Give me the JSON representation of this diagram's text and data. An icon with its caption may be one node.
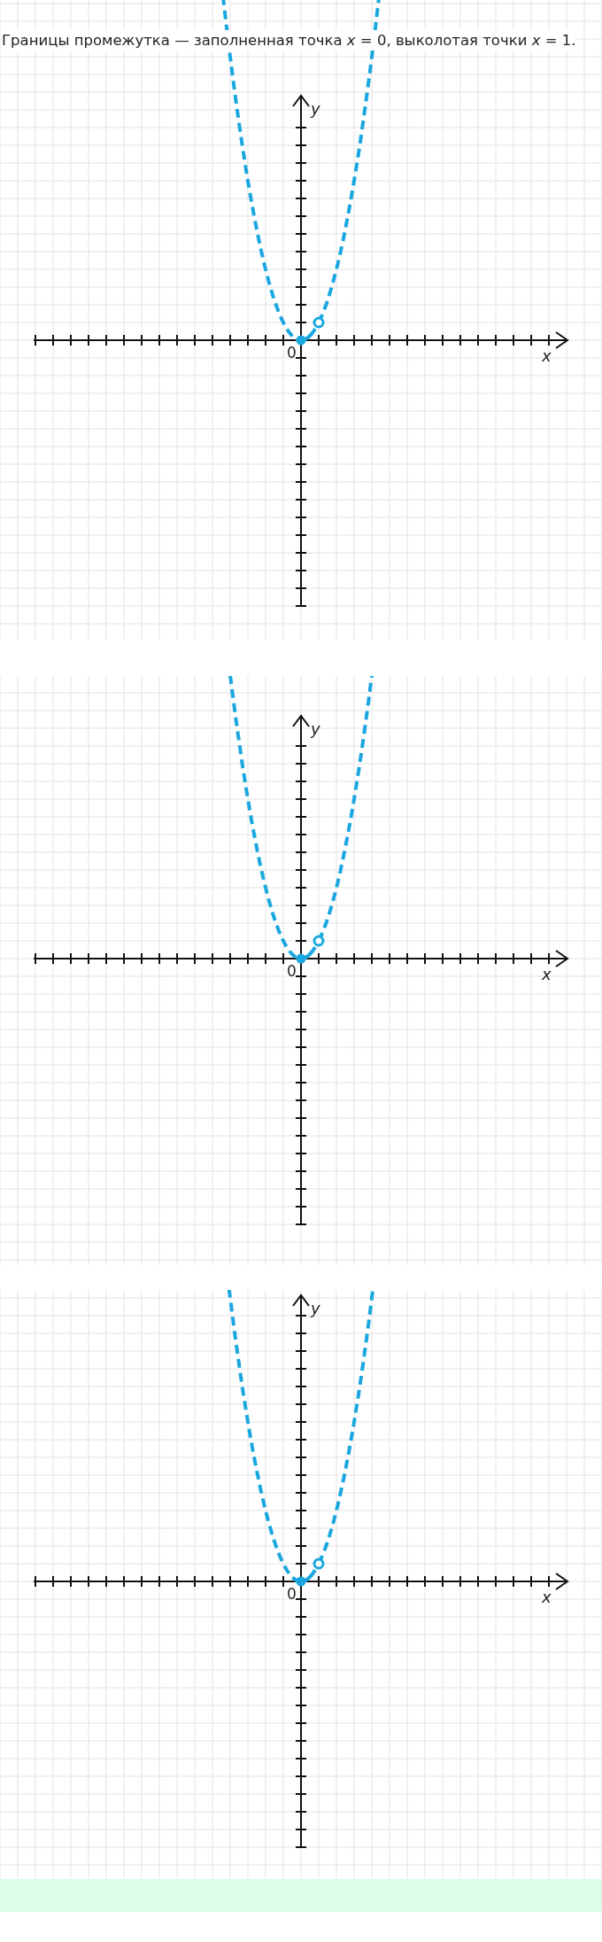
{
  "diagram": {
    "labels": [
      "Границы промежутка — заполненная точка *x* = 0, выколотая точки *x* = 1.",
      "y",
      "0",
      "x",
      "y",
      "0",
      "x",
      "y",
      "0",
      "x"
    ]
  }
}
